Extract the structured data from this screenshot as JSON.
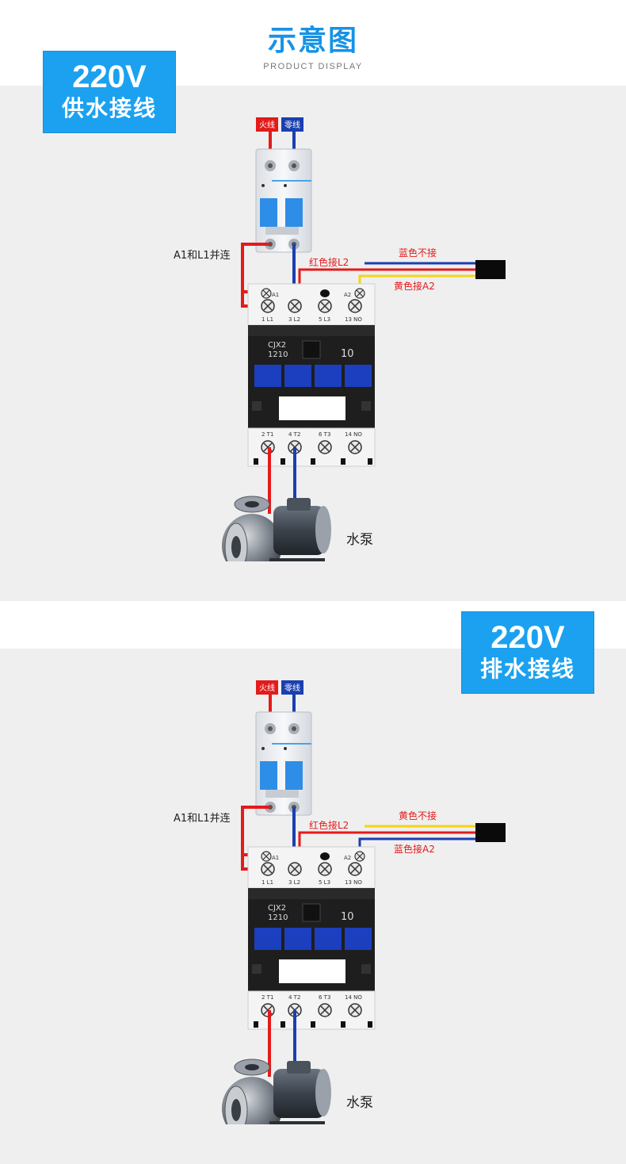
{
  "header": {
    "title": "示意图",
    "subtitle": "PRODUCT DISPLAY"
  },
  "colors": {
    "accent": "#1ba1f0",
    "live_wire": "#e31b1b",
    "neutral_wire": "#1b3fb0",
    "yellow_wire": "#f3d417",
    "panel_bg": "#efefef"
  },
  "diagrams": [
    {
      "badge_voltage": "220V",
      "badge_title": "供水接线",
      "live_label": "火线",
      "neutral_label": "零线",
      "a1_l1_note": "A1和L1并连",
      "red_to_l2": "红色接L2",
      "no_connect": "蓝色不接",
      "to_a2": "黄色接A2",
      "contactor_model_line1": "CJX2",
      "contactor_model_line2": "1210",
      "contactor_rating": "10",
      "top_terminals": [
        "1 L1",
        "3 L2",
        "5 L3",
        "13 NO"
      ],
      "bottom_terminals": [
        "2 T1",
        "4 T2",
        "6 T3",
        "14 NO"
      ],
      "a1_label": "A1",
      "a2_label": "A2",
      "pump_label": "水泵"
    },
    {
      "badge_voltage": "220V",
      "badge_title": "排水接线",
      "live_label": "火线",
      "neutral_label": "零线",
      "a1_l1_note": "A1和L1并连",
      "red_to_l2": "红色接L2",
      "no_connect": "黄色不接",
      "to_a2": "蓝色接A2",
      "contactor_model_line1": "CJX2",
      "contactor_model_line2": "1210",
      "contactor_rating": "10",
      "top_terminals": [
        "1 L1",
        "3 L2",
        "5 L3",
        "13 NO"
      ],
      "bottom_terminals": [
        "2 T1",
        "4 T2",
        "6 T3",
        "14 NO"
      ],
      "a1_label": "A1",
      "a2_label": "A2",
      "pump_label": "水泵"
    }
  ]
}
